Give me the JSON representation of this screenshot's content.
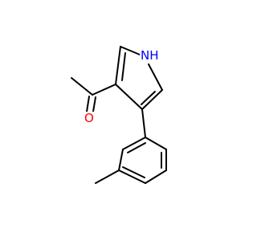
{
  "molecule": {
    "atoms": [
      {
        "id": "nh",
        "symbol": "NH",
        "color": "#0000ff"
      },
      {
        "id": "o",
        "symbol": "O",
        "color": "#ff0000"
      }
    ],
    "bond_color": "#000000",
    "background": "#ffffff"
  }
}
